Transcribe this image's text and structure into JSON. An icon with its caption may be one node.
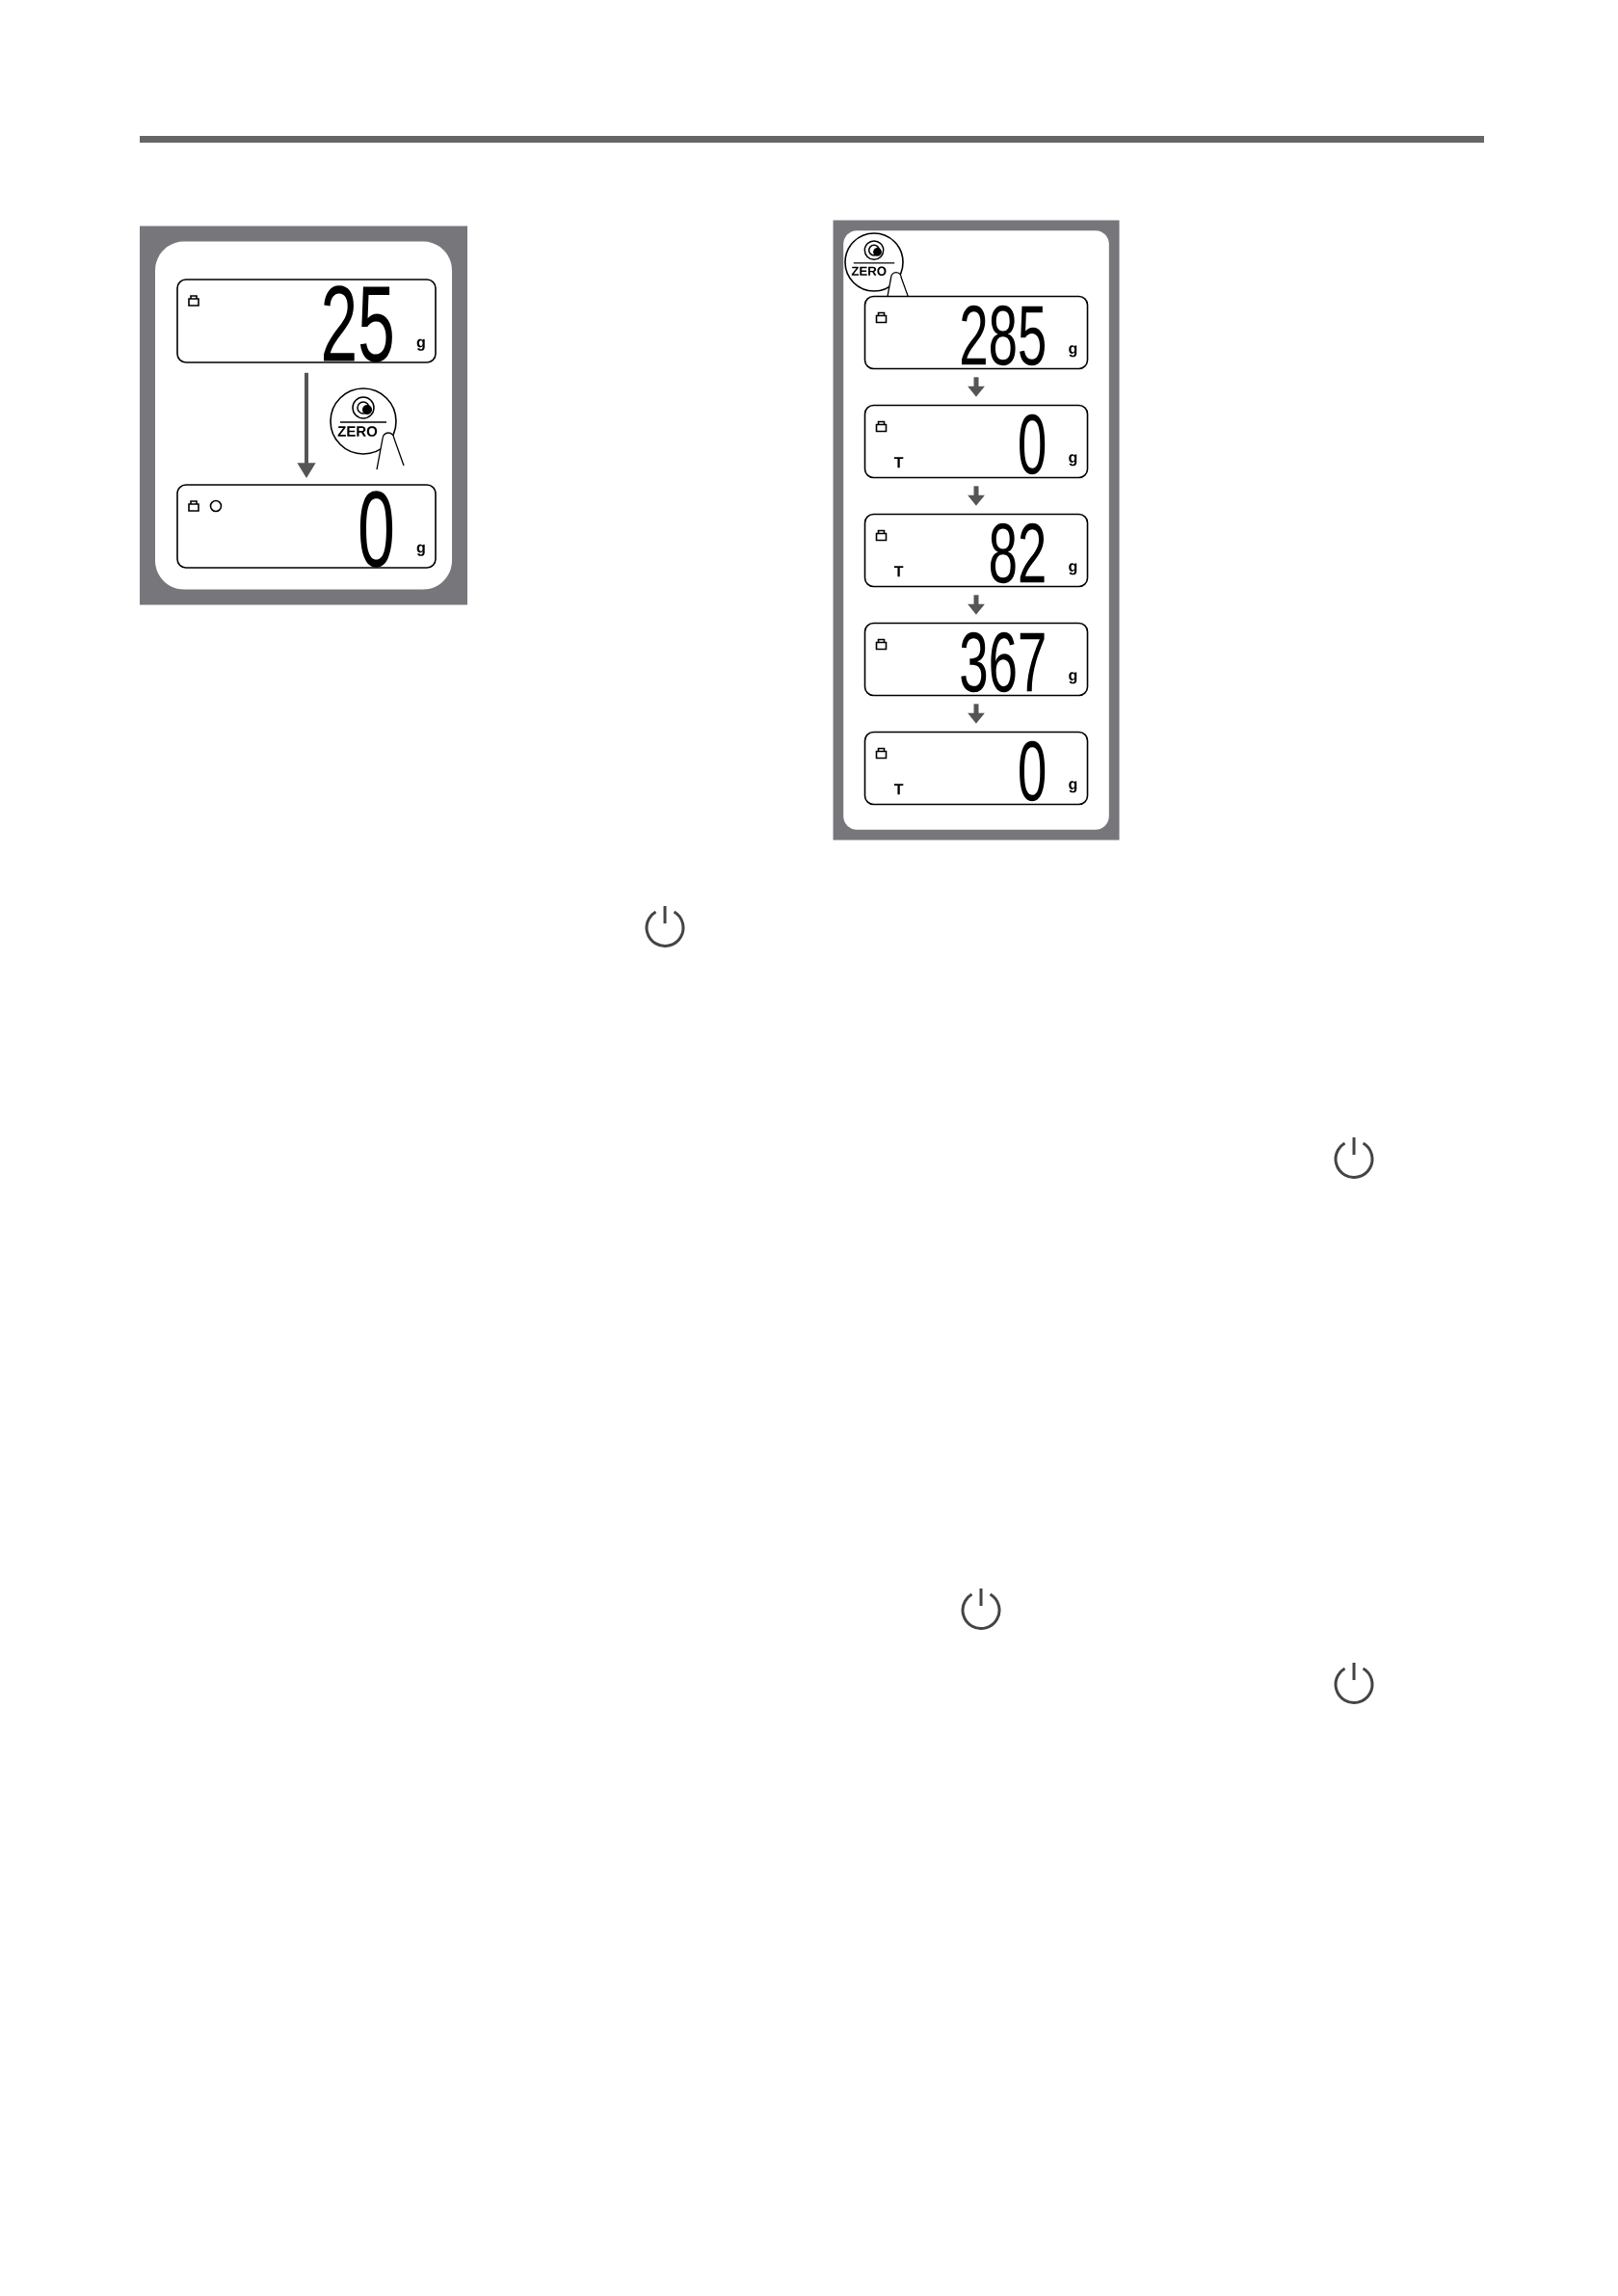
{
  "diagram": {
    "nodes": [
      {
        "text": [],
        "shape": "box"
      },
      {
        "text": [
          "25",
          "g"
        ],
        "in": 0
      },
      {
        "text": [
          "ZERO"
        ],
        "in": 0
      },
      {
        "text": [
          "0",
          "g"
        ],
        "in": 0
      },
      {
        "text": [],
        "shape": "box"
      },
      {
        "text": [
          "ZERO"
        ],
        "in": 4
      },
      {
        "text": [
          "285",
          "g"
        ],
        "in": 4
      },
      {
        "text": [
          "T",
          "0",
          "g"
        ],
        "in": 4
      },
      {
        "text": [
          "T",
          "82",
          "g"
        ],
        "in": 4
      },
      {
        "text": [
          "367",
          "g"
        ],
        "in": 4
      },
      {
        "text": [
          "T",
          "0",
          "g"
        ],
        "in": 4
      }
    ],
    "edges": [
      {
        "from": 1,
        "to": 3,
        "arrow": "to"
      },
      {
        "from": 6,
        "to": 7,
        "arrow": "to"
      },
      {
        "from": 7,
        "to": 8,
        "arrow": "to"
      },
      {
        "from": 8,
        "to": 9,
        "arrow": "to"
      },
      {
        "from": 9,
        "to": 10,
        "arrow": "to"
      }
    ]
  }
}
